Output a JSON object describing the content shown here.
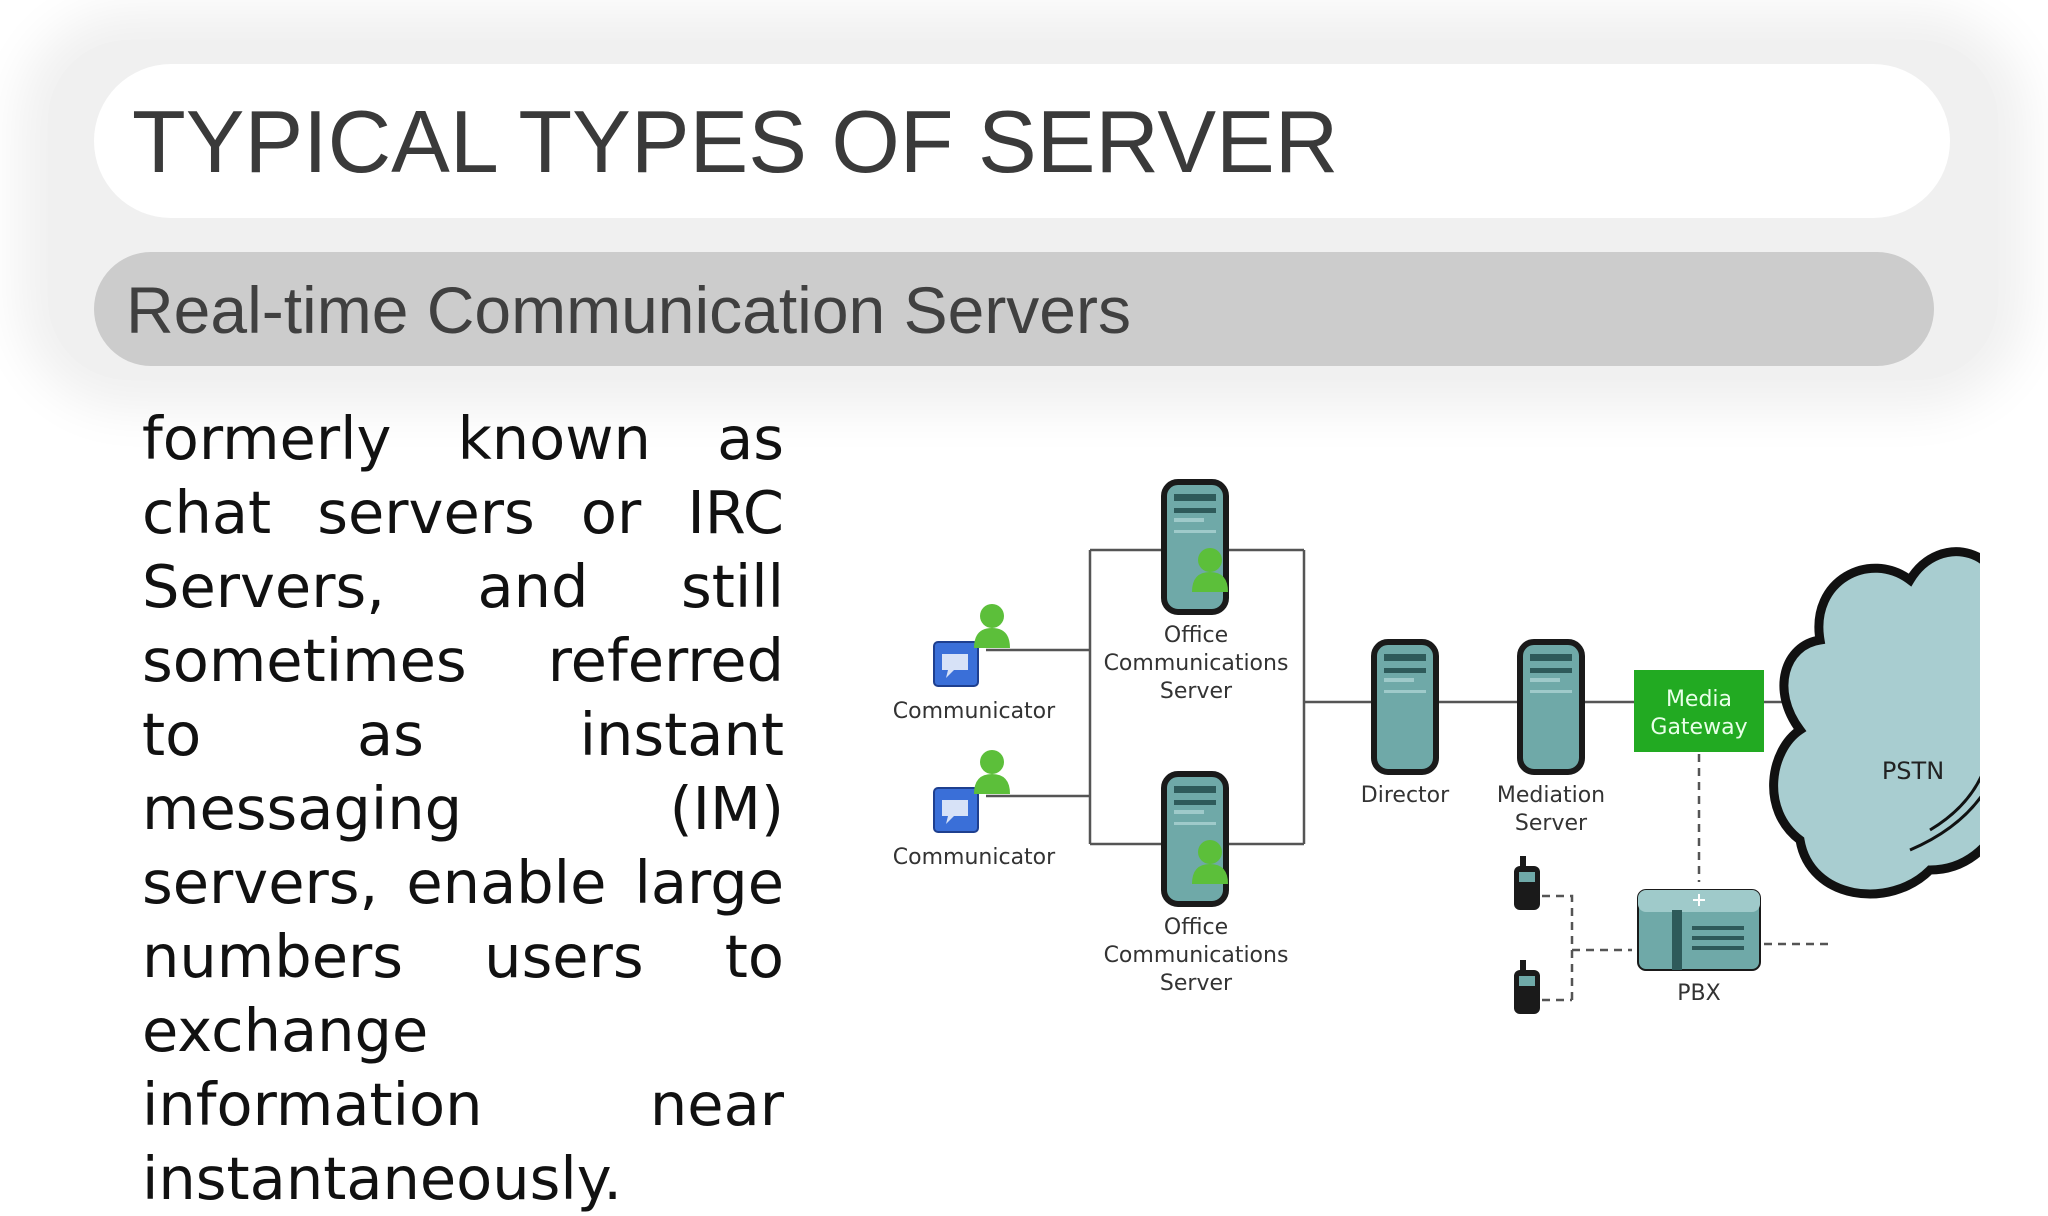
{
  "slide": {
    "title": "TYPICAL TYPES OF SERVER",
    "subtitle": "Real-time Communication Servers",
    "body": "formerly known as chat servers or IRC Servers, and still sometimes referred to as instant messaging (IM) servers, enable large numbers users to exchange information near instantaneously."
  },
  "diagram": {
    "communicator_top": "Communicator",
    "communicator_bottom": "Communicator",
    "ocs_top": [
      "Office",
      "Communications",
      "Server"
    ],
    "ocs_bottom": [
      "Office",
      "Communications",
      "Server"
    ],
    "director": "Director",
    "mediation": [
      "Mediation",
      "Server"
    ],
    "media_gateway": [
      "Media",
      "Gateway"
    ],
    "pbx": "PBX",
    "pstn": "PSTN"
  },
  "colors": {
    "title_text": "#3a3a3a",
    "subtitle_bar": "#cccccc",
    "server_fill": "#6fa9a8",
    "gateway_green": "#22aa22",
    "pstn_fill": "#a8cdd0",
    "communicator_blue": "#3a6fd8",
    "user_green": "#5cbf3a"
  },
  "icons": [
    "server-icon",
    "communicator-icon",
    "user-icon",
    "phone-icon",
    "pbx-icon",
    "cloud-icon"
  ]
}
